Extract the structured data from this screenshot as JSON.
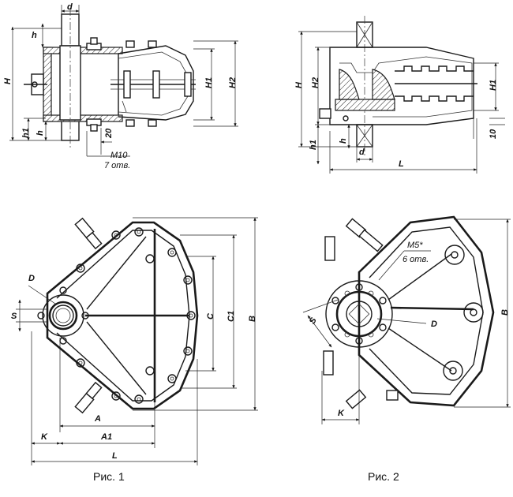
{
  "figures": {
    "fig1_caption": "Рис. 1",
    "fig2_caption": "Рис. 2"
  },
  "fig1_side": {
    "d": "d",
    "h_top": "h",
    "H": "H",
    "H1": "H1",
    "H2": "H2",
    "h1": "h1",
    "h_bottom": "h",
    "dim20": "20",
    "bolt": "M10",
    "bolt_count": "7 отв."
  },
  "fig2_side": {
    "H": "H",
    "H2": "H2",
    "H1": "H1",
    "h1": "h1",
    "h": "h",
    "d": "d",
    "dim10": "10",
    "L": "L"
  },
  "fig1_plan": {
    "D": "D",
    "S": "S",
    "C": "C",
    "C1": "C1",
    "B": "B",
    "A": "A",
    "A1": "A1",
    "K": "K",
    "L": "L"
  },
  "fig2_plan": {
    "bolt": "M5*",
    "bolt_count": "6 отв.",
    "S": "S",
    "D": "D",
    "B": "B",
    "K": "K"
  }
}
